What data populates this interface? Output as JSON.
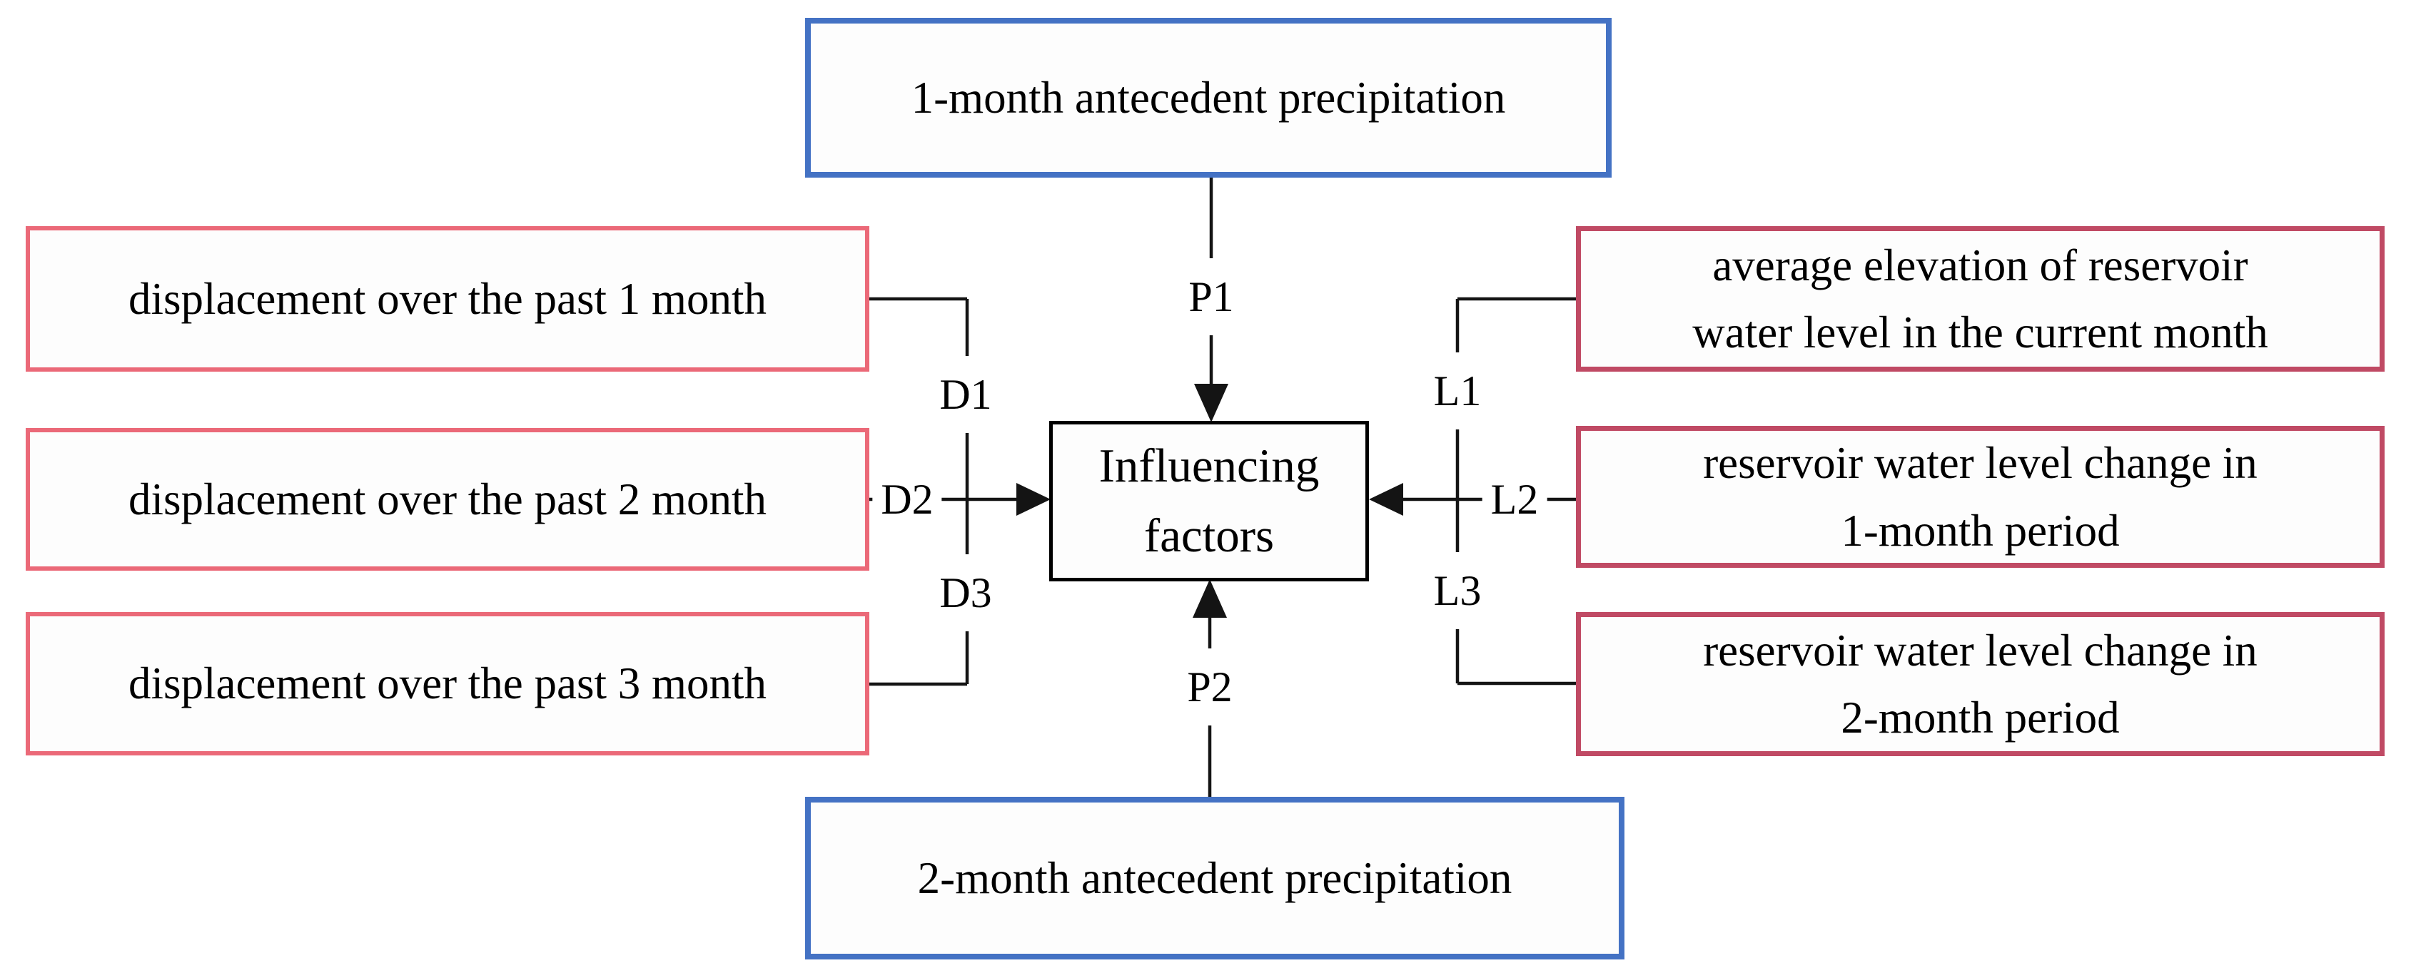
{
  "figure": {
    "title_hint": "influencing factors diagram",
    "center_node": {
      "label": "Influencing\nfactors"
    },
    "top_node": {
      "label": "1-month antecedent precipitation",
      "connector_code": "P1"
    },
    "bottom_node": {
      "label": "2-month antecedent precipitation",
      "connector_code": "P2"
    },
    "left_nodes": [
      {
        "label": "displacement over the past 1 month",
        "connector_code": "D1"
      },
      {
        "label": "displacement over the past 2 month",
        "connector_code": "D2"
      },
      {
        "label": "displacement over the past 3 month",
        "connector_code": "D3"
      }
    ],
    "right_nodes": [
      {
        "label": "average elevation of reservoir\nwater level in the current month",
        "connector_code": "L1"
      },
      {
        "label": "reservoir water level change in\n1-month period",
        "connector_code": "L2"
      },
      {
        "label": "reservoir water level change in\n2-month period",
        "connector_code": "L3"
      }
    ],
    "colors": {
      "precipitation_node_border": "#4472C4",
      "displacement_node_border": "#EB6978",
      "reservoir_node_border": "#C04A64",
      "center_node_border": "#000000",
      "connector_line": "#141414"
    }
  }
}
